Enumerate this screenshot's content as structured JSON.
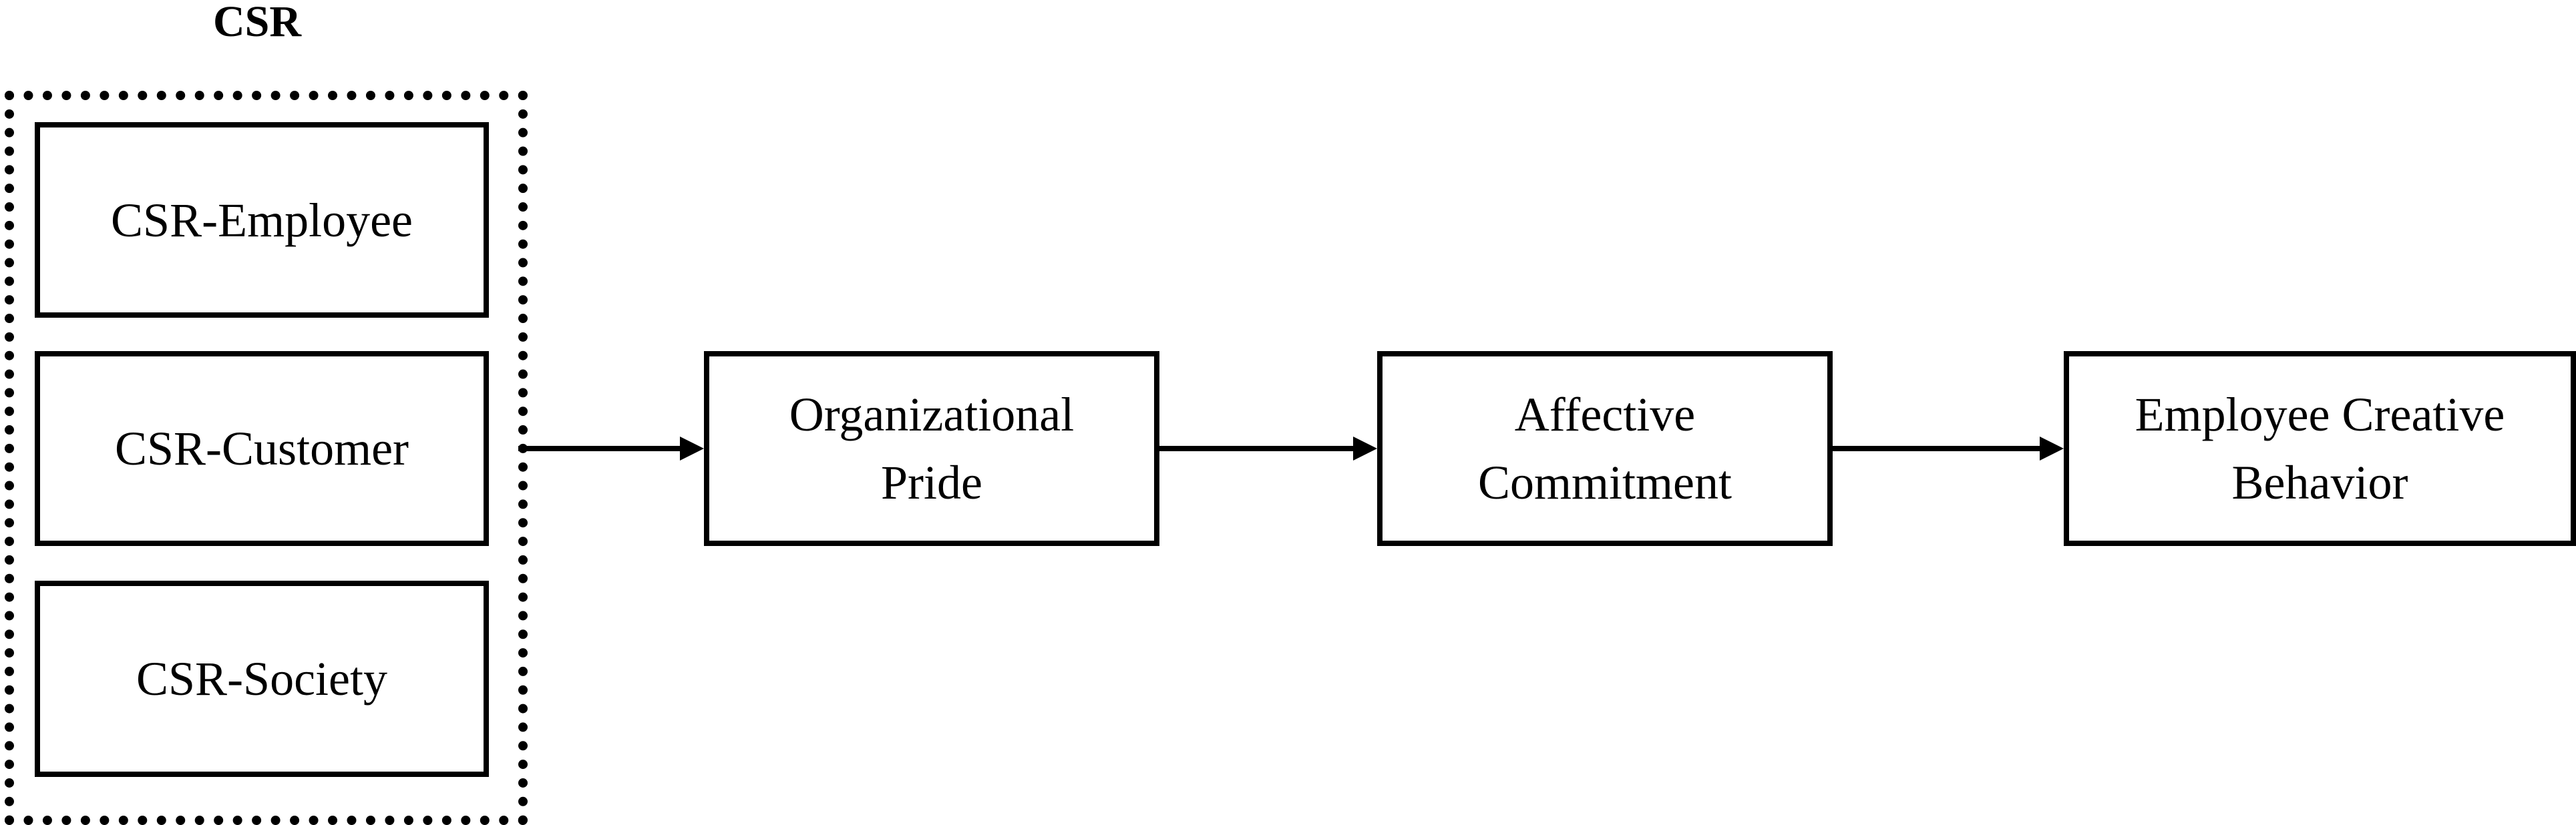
{
  "group": {
    "title": "CSR",
    "items": [
      "CSR-Employee",
      "CSR-Customer",
      "CSR-Society"
    ]
  },
  "nodes": {
    "pride": "Organizational\nPride",
    "affective": "Affective\nCommitment",
    "creative": "Employee Creative\nBehavior"
  }
}
